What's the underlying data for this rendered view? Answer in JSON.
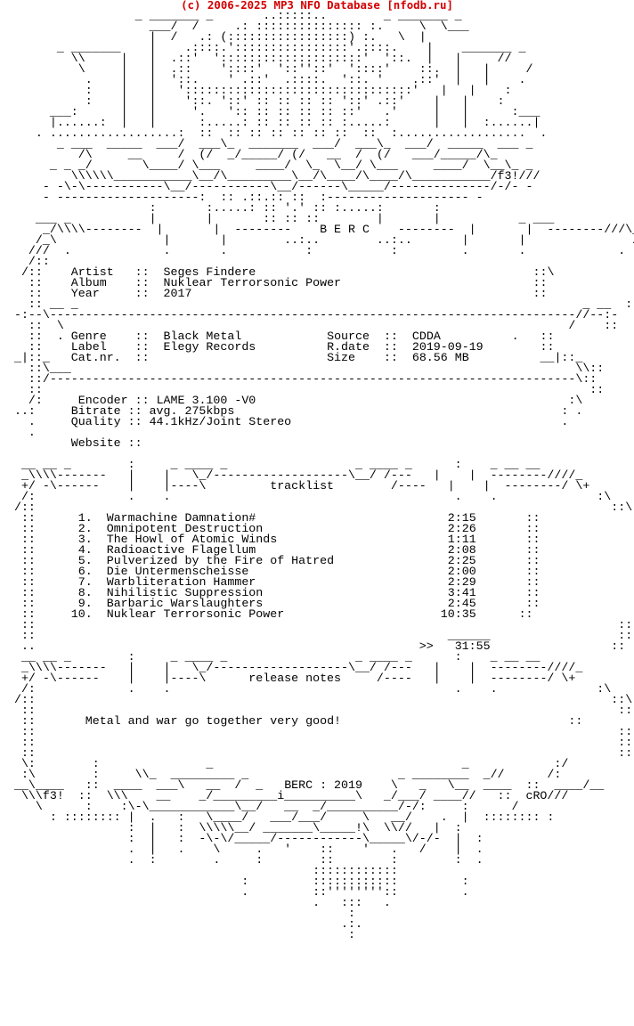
{
  "header": {
    "text": "(c) 2006-2025 MP3 NFO Database [nfodb.ru]",
    "color": "#d40000"
  },
  "nfo": {
    "release_group": "BERC",
    "art_tags": [
      "f3!",
      "cRO"
    ],
    "info": {
      "artist_label": "Artist",
      "artist": "Seges Findere",
      "album_label": "Album",
      "album": "Nuklear Terrorsonic Power",
      "year_label": "Year",
      "year": "2017",
      "genre_label": "Genre",
      "genre": "Black Metal",
      "label_label": "Label",
      "label": "Elegy Records",
      "catnr_label": "Cat.nr.",
      "catnr": "",
      "source_label": "Source",
      "source": "CDDA",
      "rdate_label": "R.date",
      "rdate": "2019-09-19",
      "size_label": "Size",
      "size": "68.56 MB",
      "encoder_label": "Encoder",
      "encoder": "LAME 3.100 -V0",
      "bitrate_label": "Bitrate",
      "bitrate": "avg. 275kbps",
      "quality_label": "Quality",
      "quality": "44.1kHz/Joint Stereo",
      "website_label": "Website",
      "website": ""
    },
    "tracklist_title": "tracklist",
    "tracks": [
      {
        "no": "1.",
        "title": "Warmachine Damnation#",
        "time": "2:15"
      },
      {
        "no": "2.",
        "title": "Omnipotent Destruction",
        "time": "2:26"
      },
      {
        "no": "3.",
        "title": "The Howl of Atomic Winds",
        "time": "1:11"
      },
      {
        "no": "4.",
        "title": "Radioactive Flagellum",
        "time": "2:08"
      },
      {
        "no": "5.",
        "title": "Pulverized by the Fire of Hatred",
        "time": "2:25"
      },
      {
        "no": "6.",
        "title": "Die Untermenscheisse",
        "time": "2:00"
      },
      {
        "no": "7.",
        "title": "Warbliteration Hammer",
        "time": "2:29"
      },
      {
        "no": "8.",
        "title": "Nihilistic Suppression",
        "time": "3:41"
      },
      {
        "no": "9.",
        "title": "Barbaric Warslaughters",
        "time": "2:45"
      },
      {
        "no": "10.",
        "title": "Nuklear Terrorsonic Power",
        "time": "10:35"
      }
    ],
    "total_time": "31:55",
    "notes_title": "release notes",
    "notes": "Metal and war go together very good!",
    "footer_tag": "BERC : 2019"
  }
}
